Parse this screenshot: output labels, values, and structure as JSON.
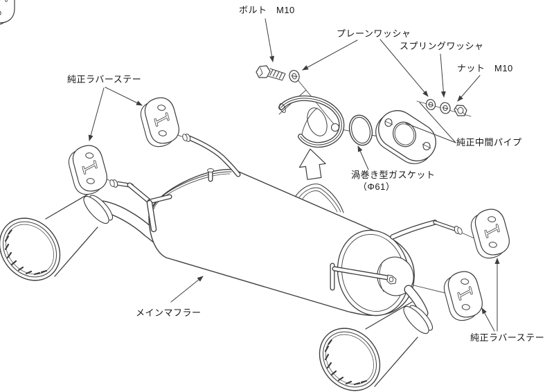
{
  "diagram": {
    "type": "exploded-parts-diagram",
    "background": "#ffffff",
    "line_color": "#3d3d3d",
    "text_color": "#141414",
    "labels": {
      "bolt": "ボルト　M10",
      "plain_washer": "プレーンワッシャ",
      "spring_washer": "スプリングワッシャ",
      "nut": "ナット　M10",
      "oem_intermediate_pipe": "純正中間パイプ",
      "spiral_gasket_line1": "渦巻き型ガスケット",
      "spiral_gasket_line2": "（Φ61）",
      "oem_rubber_stay_left": "純正ラバーステー",
      "oem_rubber_stay_right": "純正ラバーステー",
      "main_muffler": "メインマフラー"
    },
    "parts": [
      "bolt-m10",
      "plain-washer",
      "spring-washer",
      "nut-m10",
      "spiral-gasket",
      "intermediate-pipe-flange",
      "flange-plate",
      "main-muffler-body",
      "left-tail-pipe",
      "left-muffler-tip",
      "right-muffler-tip",
      "rubber-stay x4",
      "hanger-rods",
      "assembly-up-arrow"
    ]
  }
}
